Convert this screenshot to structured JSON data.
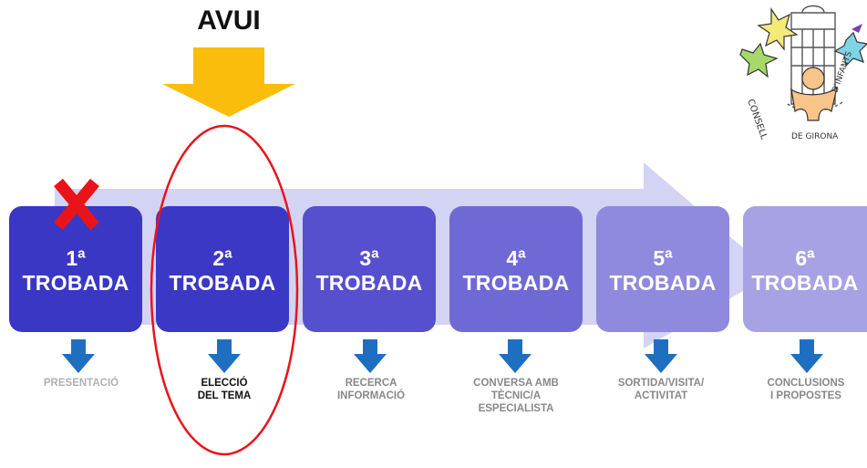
{
  "header": {
    "today_label": "AVUI"
  },
  "steps": [
    {
      "num": "1ª",
      "word": "TROBADA",
      "caption_lines": [
        "PRESENTACIÓ"
      ],
      "color": "#3a37c4",
      "crossed": true
    },
    {
      "num": "2ª",
      "word": "TROBADA",
      "caption_lines": [
        "ELECCIÓ",
        "DEL TEMA"
      ],
      "color": "#3b38c6",
      "current": true
    },
    {
      "num": "3ª",
      "word": "TROBADA",
      "caption_lines": [
        "RECERCA",
        "INFORMACIÓ"
      ],
      "color": "#5650cf"
    },
    {
      "num": "4ª",
      "word": "TROBADA",
      "caption_lines": [
        "CONVERSA AMB",
        "TÈCNIC/A",
        "ESPECIALISTA"
      ],
      "color": "#6f69d6"
    },
    {
      "num": "5ª",
      "word": "TROBADA",
      "caption_lines": [
        "SORTIDA/VISITA/",
        "ACTIVITAT"
      ],
      "color": "#8f8add"
    },
    {
      "num": "6ª",
      "word": "TROBADA",
      "caption_lines": [
        "CONCLUSIONS",
        "I PROPOSTES"
      ],
      "color": "#a6a2e4"
    }
  ],
  "logo": {
    "text_1": "CONSELL",
    "text_2": "D'INFANTS",
    "text_3": "DE GIRONA"
  },
  "colors": {
    "background_arrow": "#cfcff1",
    "today_arrow": "#fbbd0b",
    "down_arrow": "#1f6fc0",
    "cross": "#e8141a",
    "highlight_ellipse": "#e8141a"
  }
}
